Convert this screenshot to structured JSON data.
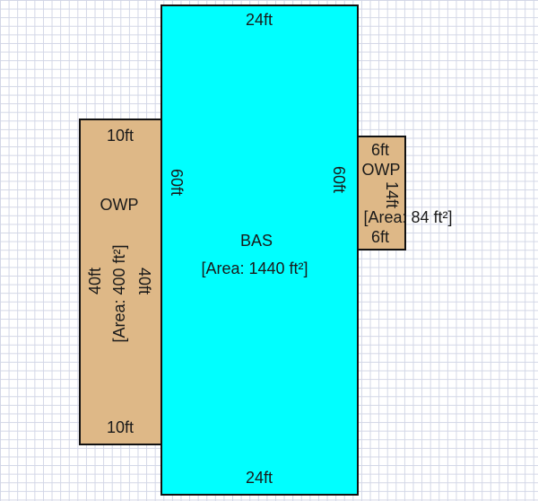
{
  "colors": {
    "bas": "#00ffff",
    "owp": "#deb887"
  },
  "bas": {
    "name": "BAS",
    "area": "[Area: 1440 ft²]",
    "top": "24ft",
    "bottom": "24ft",
    "left": "60ft",
    "right": "60ft"
  },
  "owp_left": {
    "name": "OWP",
    "area": "[Area: 400 ft²]",
    "top": "10ft",
    "bottom": "10ft",
    "left": "40ft",
    "right": "40ft"
  },
  "owp_right": {
    "name": "OWP",
    "area": "[Area: 84 ft²]",
    "top": "6ft",
    "bottom": "6ft",
    "right": "14ft"
  }
}
